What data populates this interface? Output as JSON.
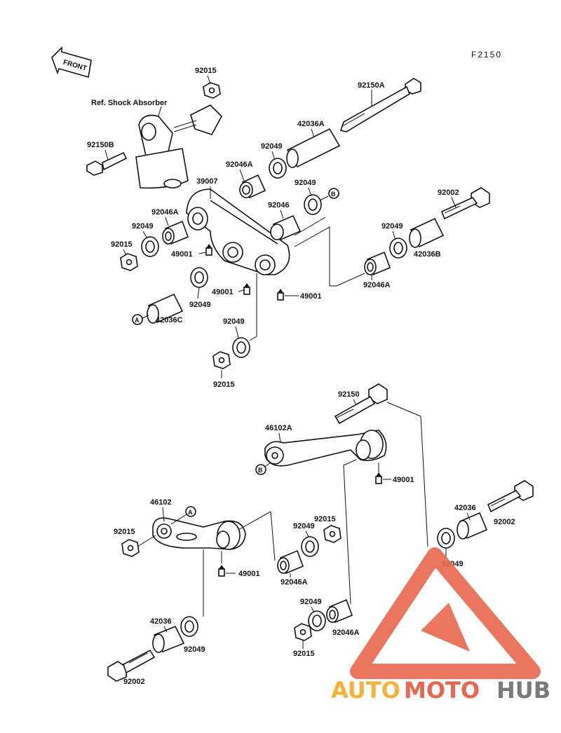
{
  "diagram_code": "F2150",
  "front_label": "FRONT",
  "ref_label": "Ref. Shock Absorber",
  "callouts": {
    "A": "A",
    "B": "B"
  },
  "labels": {
    "p92015_top": "92015",
    "p92150B": "92150B",
    "p92150A": "92150A",
    "p42036A": "42036A",
    "p92049_a": "92049",
    "p92046A_a": "92046A",
    "p39007": "39007",
    "p92049_b": "92049",
    "p92046": "92046",
    "p92046A_b": "92046A",
    "p92049_c": "92049",
    "p92015_b": "92015",
    "p49001_a": "49001",
    "p49001_b": "49001",
    "p49001_c": "49001",
    "p92049_d": "92049",
    "p42036C": "42036C",
    "p92049_e": "92049",
    "p92015_c": "92015",
    "p92002_a": "92002",
    "p92049_f": "92049",
    "p42036B": "42036B",
    "p92046A_c": "92046A",
    "p92150": "92150",
    "p46102A": "46102A",
    "p49001_d": "49001",
    "p46102": "46102",
    "p92015_d": "92015",
    "p49001_e": "49001",
    "p92049_g": "92049",
    "p92015_e": "92015",
    "p92046A_d": "92046A",
    "p42036_a": "42036",
    "p92002_b": "92002",
    "p92049_h": "92049",
    "p92049_i": "92049",
    "p92046A_e": "92046A",
    "p92015_f": "92015",
    "p42036_b": "42036",
    "p92049_j": "92049",
    "p92002_c": "92002"
  },
  "watermark": {
    "auto": "AUTO",
    "moto": "MOTO",
    "hub": "HUB",
    "triangle_color": "#e8684f",
    "auto_color": "#f5b23a",
    "hub_color": "#7a7a7a"
  }
}
